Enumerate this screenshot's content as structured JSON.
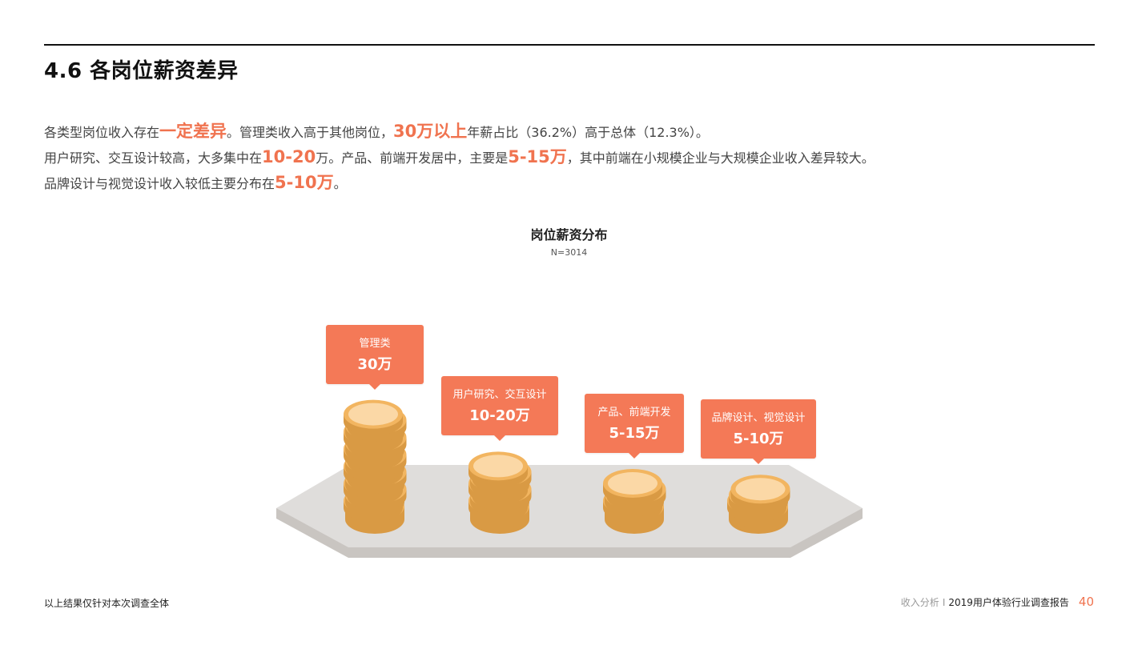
{
  "section": {
    "title": "4.6 各岗位薪资差异"
  },
  "intro": {
    "line1": {
      "a": "各类型岗位收入存在",
      "b": "一定差异",
      "c": "。管理类收入高于其他岗位，",
      "d": "30万以上",
      "e": "年薪占比（36.2%）高于总体（12.3%）。"
    },
    "line2": {
      "a": "用户研究、交互设计较高，大多集中在",
      "b": "10-20",
      "c": "万。产品、前端开发居中，主要是",
      "d": "5-15万",
      "e": "，其中前端在小规模企业与大规模企业收入差异较大。"
    },
    "line3": {
      "a": "品牌设计与视觉设计收入较低主要分布在",
      "b": "5-10万",
      "c": "。"
    }
  },
  "chart_data": {
    "type": "bar",
    "title": "岗位薪资分布",
    "subtitle": "N=3014",
    "categories": [
      "管理类",
      "用户研究、交互设计",
      "产品、前端开发",
      "品牌设计、视觉设计"
    ],
    "labels": [
      "30万",
      "10-20万",
      "5-15万",
      "5-10万"
    ],
    "values": [
      30,
      15,
      10,
      7.5
    ],
    "colors": {
      "callout": "#f47957",
      "coin": "#f2b560",
      "coin_face": "#fbd8a6",
      "platform": "#dedcda"
    }
  },
  "footer": {
    "note": "以上结果仅针对本次调查全体",
    "section": "收入分析",
    "separator": "I",
    "report": "2019用户体验行业调查报告",
    "page": "40"
  }
}
